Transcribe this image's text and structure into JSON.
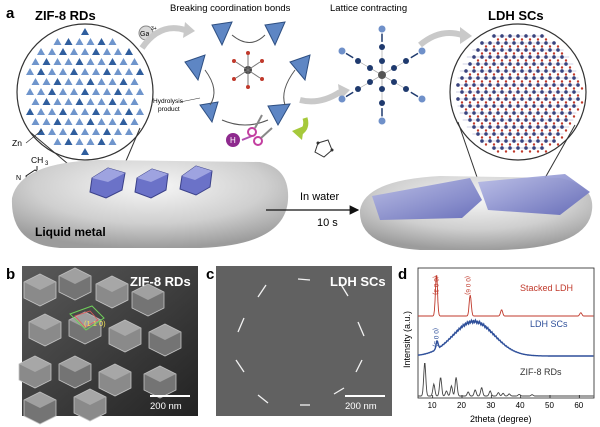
{
  "panel_a": {
    "letter": "a",
    "zif8_title": "ZIF-8 RDs",
    "ga_label": "Ga",
    "ga_sup": "3+",
    "breaking_title": "Breaking coordination bonds",
    "lattice_title": "Lattice contracting",
    "ldh_title": "LDH SCs",
    "hydrolysis_label_1": "Hydrolysis",
    "hydrolysis_label_2": "product",
    "h_label": "H",
    "zn_label": "Zn",
    "ch3_label": "CH",
    "ch3_sub": "3",
    "liquid_metal_label": "Liquid metal",
    "in_water_label": "In water",
    "time_label": "10 s"
  },
  "panel_b": {
    "letter": "b",
    "title": "ZIF-8 RDs",
    "facet_label": "(1 1 0)",
    "scale_bar": "200 nm"
  },
  "panel_c": {
    "letter": "c",
    "title": "LDH SCs",
    "scale_bar": "200 nm"
  },
  "panel_d": {
    "letter": "d",
    "series_labels": {
      "stacked": "Stacked LDH",
      "ldh": "LDH SCs",
      "zif": "ZIF-8 RDs"
    },
    "peak_labels": [
      "(0 0 3)",
      "(0 0 6)",
      "(0 0 3)"
    ],
    "colors": {
      "stacked": "#c0392b",
      "ldh": "#2e4f9a",
      "zif": "#444444"
    }
  },
  "chart_data": {
    "type": "line",
    "title": "",
    "xlabel": "2theta (degree)",
    "ylabel": "Intensity (a.u.)",
    "xlim": [
      5,
      65
    ],
    "xticks": [
      10,
      20,
      30,
      40,
      50,
      60
    ],
    "series": [
      {
        "name": "Stacked LDH",
        "peaks": [
          {
            "x": 11.3,
            "height": 1.0
          },
          {
            "x": 22.8,
            "height": 0.5
          },
          {
            "x": 33.5,
            "height": 0.15
          },
          {
            "x": 60.5,
            "height": 0.08
          }
        ]
      },
      {
        "name": "LDH SCs",
        "broad_hump": {
          "center": 24,
          "width": 7,
          "height": 0.75
        },
        "peaks": [
          {
            "x": 11.5,
            "height": 0.18
          }
        ]
      },
      {
        "name": "ZIF-8 RDs",
        "peaks": [
          {
            "x": 7.3,
            "height": 1.0
          },
          {
            "x": 10.4,
            "height": 0.35
          },
          {
            "x": 12.7,
            "height": 0.55
          },
          {
            "x": 14.7,
            "height": 0.15
          },
          {
            "x": 16.4,
            "height": 0.3
          },
          {
            "x": 18.0,
            "height": 0.55
          },
          {
            "x": 22.1,
            "height": 0.12
          },
          {
            "x": 24.5,
            "height": 0.18
          },
          {
            "x": 26.7,
            "height": 0.25
          },
          {
            "x": 29.6,
            "height": 0.15
          },
          {
            "x": 32.4,
            "height": 0.1
          },
          {
            "x": 34.0,
            "height": 0.08
          },
          {
            "x": 36.1,
            "height": 0.06
          },
          {
            "x": 39.5,
            "height": 0.05
          },
          {
            "x": 43.9,
            "height": 0.04
          }
        ]
      }
    ]
  }
}
